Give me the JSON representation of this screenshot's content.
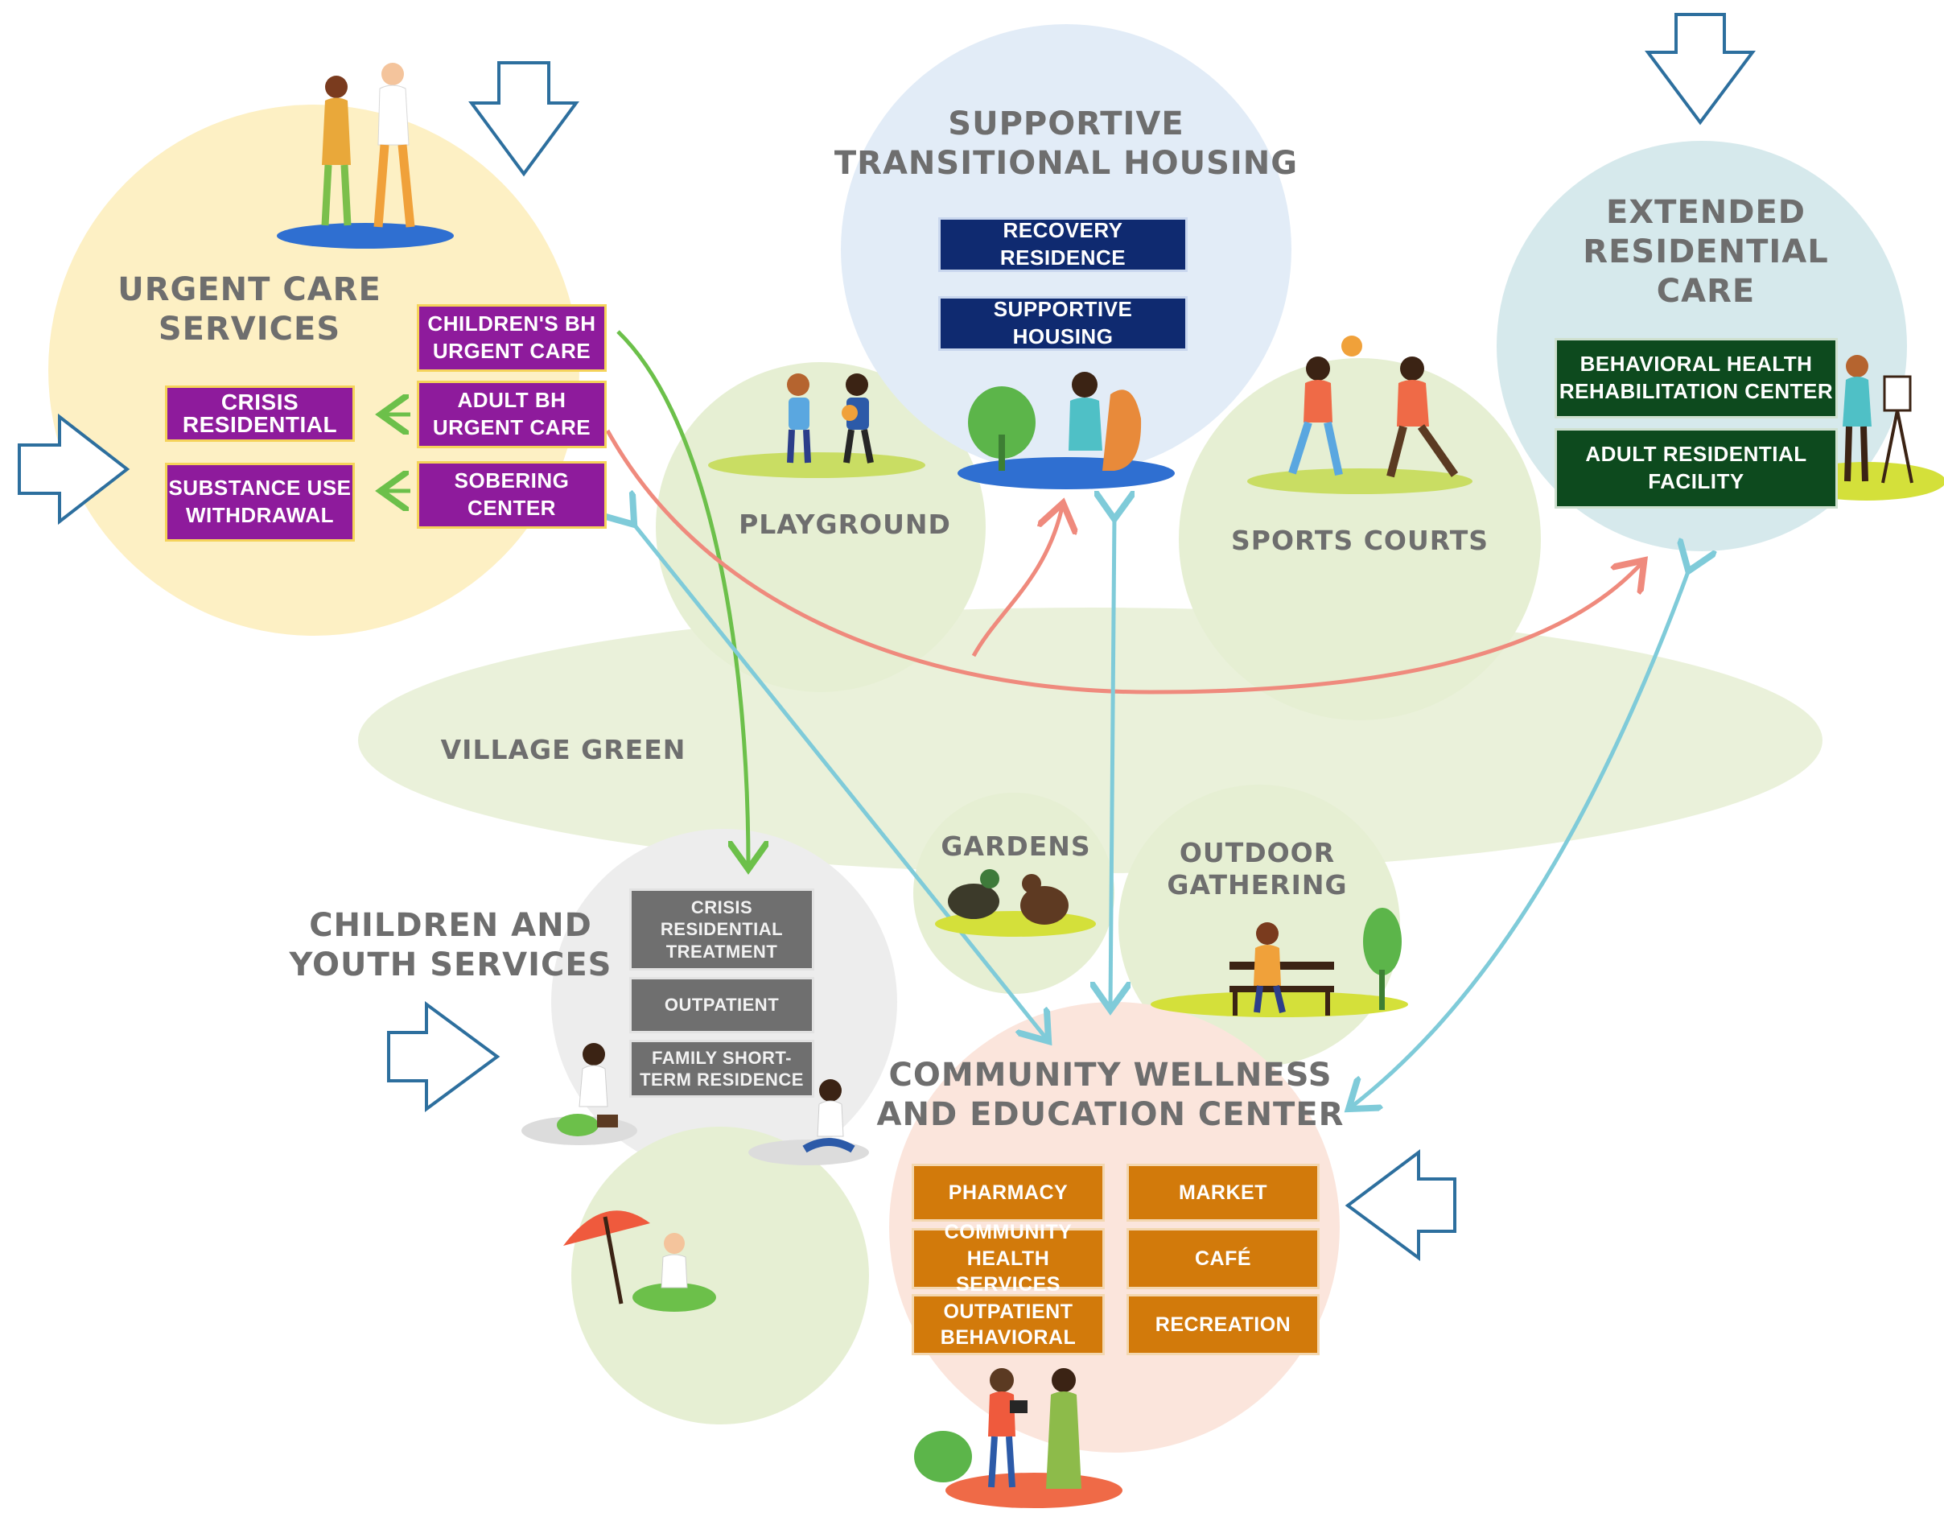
{
  "colors": {
    "urgent_fill": "#fdf0c4",
    "housing_fill": "#e2ecf7",
    "extended_fill": "#d6e9ec",
    "green_fill": "#e6efd3",
    "wellness_fill": "#fbe5dc",
    "purple": "#8e1b9c",
    "navy": "#0f2a70",
    "dark_green": "#0d4a1e",
    "grey": "#6f6f6f",
    "orange": "#d27a0b",
    "arrow_green": "#6cc04a",
    "arrow_red": "#ef8a7d",
    "arrow_blue": "#7fcbd9",
    "entry_arrow": "#2d6f9e"
  },
  "urgent_care": {
    "title": "URGENT CARE\nSERVICES",
    "children_bh": "CHILDREN'S BH\nURGENT CARE",
    "adult_bh": "ADULT BH\nURGENT CARE",
    "sobering": "SOBERING\nCENTER",
    "crisis_residential": "CRISIS\nRESIDENTIAL",
    "substance_use": "SUBSTANCE USE\nWITHDRAWAL"
  },
  "housing": {
    "title": "SUPPORTIVE\nTRANSITIONAL HOUSING",
    "recovery": "RECOVERY RESIDENCE",
    "supportive": "SUPPORTIVE HOUSING"
  },
  "extended": {
    "title": "EXTENDED\nRESIDENTIAL\nCARE",
    "rehab": "BEHAVIORAL HEALTH\nREHABILITATION CENTER",
    "adult_facility": "ADULT RESIDENTIAL\nFACILITY"
  },
  "green_spaces": {
    "playground": "PLAYGROUND",
    "sports": "SPORTS COURTS",
    "village": "VILLAGE GREEN",
    "gardens": "GARDENS",
    "outdoor": "OUTDOOR\nGATHERING"
  },
  "children": {
    "title": "CHILDREN AND\nYOUTH SERVICES",
    "crisis_treatment": "CRISIS\nRESIDENTIAL\nTREATMENT",
    "outpatient": "OUTPATIENT",
    "family": "FAMILY SHORT-\nTERM RESIDENCE"
  },
  "wellness": {
    "title": "COMMUNITY WELLNESS\nAND EDUCATION CENTER",
    "pharmacy": "PHARMACY",
    "market": "MARKET",
    "community_health": "COMMUNITY\nHEALTH SERVICES",
    "cafe": "CAFÉ",
    "outpatient_behavioral": "OUTPATIENT\nBEHAVIORAL",
    "recreation": "RECREATION"
  }
}
